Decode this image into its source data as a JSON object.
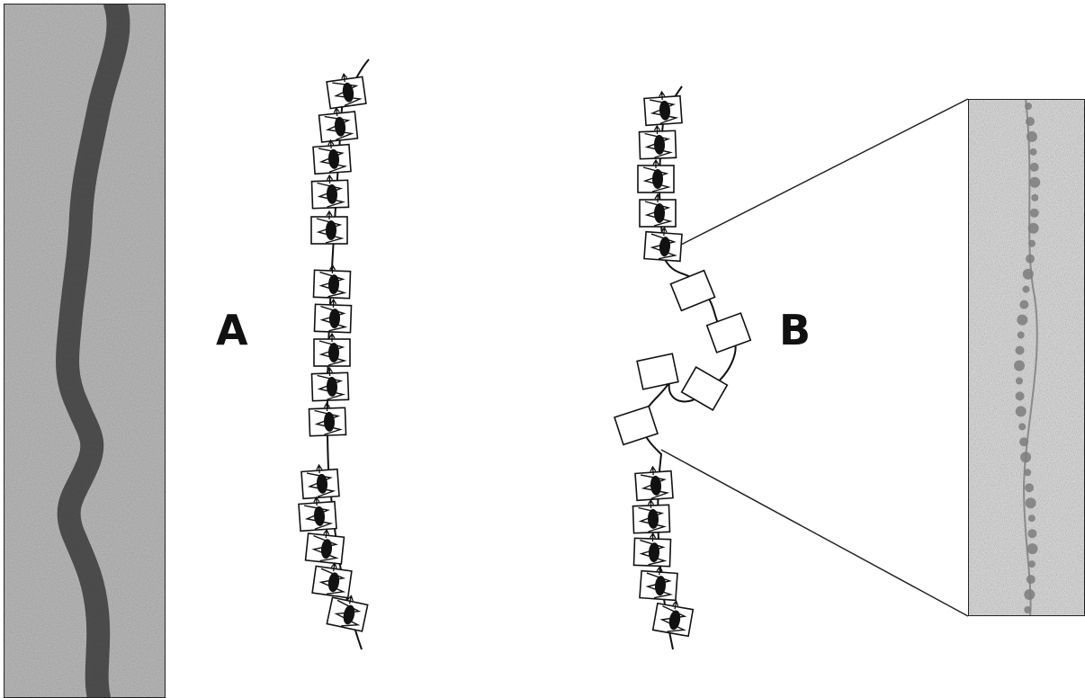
{
  "labels": {
    "a": "A",
    "b": "B"
  },
  "colors": {
    "ink": "#111111",
    "micrograph_background": "#9e9e9e",
    "micrograph_filament": "#2e2e2e",
    "inset_background": "#c9c9c9",
    "inset_beads": "#7d7d7d"
  },
  "panels": {
    "left_micrograph": "electron-micrograph-condensed-filament",
    "schematic_a": "condensed-chain-of-boxed-subunits",
    "schematic_b": "chain-with-unfolded-middle-segment",
    "right_inset": "electron-micrograph-beads-on-string"
  }
}
